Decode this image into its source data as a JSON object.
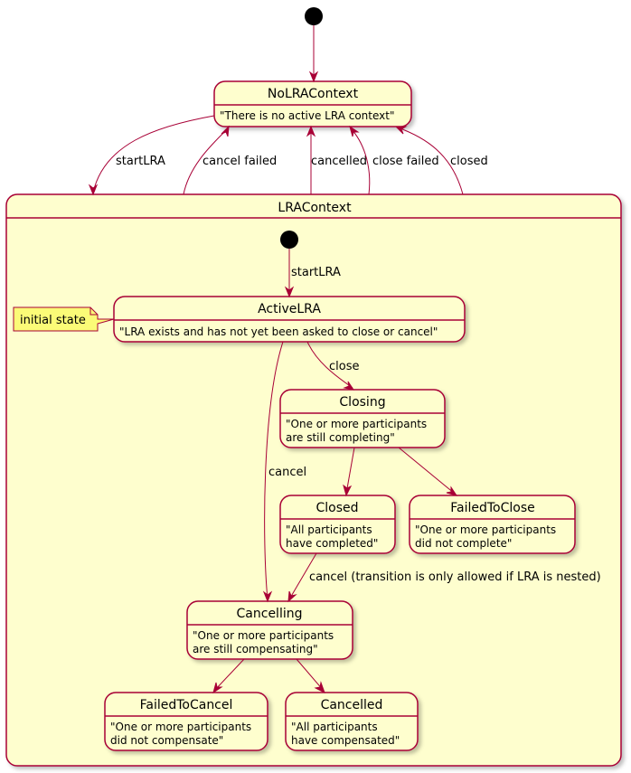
{
  "colors": {
    "state_fill": "#FEFECE",
    "state_border": "#A80036",
    "edge": "#A80036",
    "note_fill": "#FBFB77",
    "start_node": "#000000"
  },
  "states": {
    "no_lra_context": {
      "name": "NoLRAContext",
      "description": [
        "\"There is no active LRA context\""
      ]
    },
    "lra_context": {
      "name": "LRAContext"
    },
    "active_lra": {
      "name": "ActiveLRA",
      "description": [
        "\"LRA exists and has not yet been asked to close or cancel\""
      ]
    },
    "closing": {
      "name": "Closing",
      "description": [
        "\"One or more participants",
        "are still completing\""
      ]
    },
    "closed": {
      "name": "Closed",
      "description": [
        "\"All participants",
        "have completed\""
      ]
    },
    "failed_to_close": {
      "name": "FailedToClose",
      "description": [
        "\"One or more participants",
        "did not complete\""
      ]
    },
    "cancelling": {
      "name": "Cancelling",
      "description": [
        "\"One or more participants",
        "are still compensating\""
      ]
    },
    "failed_to_cancel": {
      "name": "FailedToCancel",
      "description": [
        "\"One or more participants",
        "did not compensate\""
      ]
    },
    "cancelled": {
      "name": "Cancelled",
      "description": [
        "\"All participants",
        "have compensated\""
      ]
    }
  },
  "transitions": {
    "start_lra_outer": "startLRA",
    "cancel_failed": "cancel failed",
    "cancelled": "cancelled",
    "close_failed": "close failed",
    "closed": "closed",
    "start_lra_inner": "startLRA",
    "close": "close",
    "cancel": "cancel",
    "cancel_nested": "cancel (transition is only allowed if LRA is nested)"
  },
  "note": {
    "text": "initial state"
  }
}
